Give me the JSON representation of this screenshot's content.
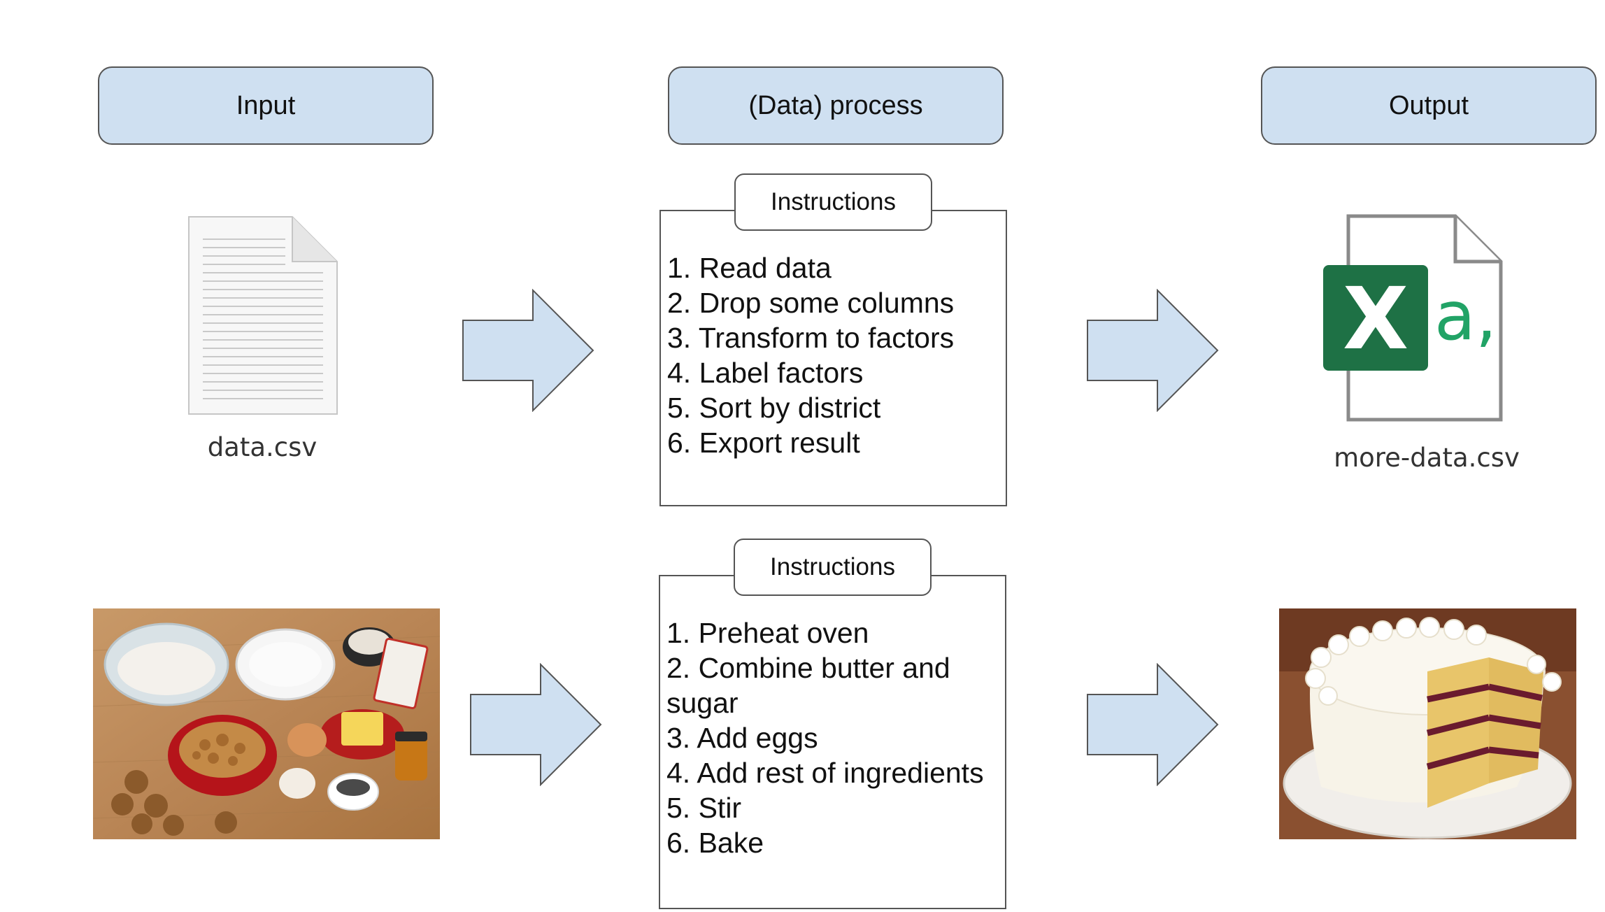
{
  "headers": {
    "input": "Input",
    "process": "(Data) process",
    "output": "Output"
  },
  "data_row": {
    "input_icon": "text-document-icon",
    "input_file_label": "data.csv",
    "instructions_title": "Instructions",
    "steps": [
      "1. Read data",
      "2. Drop some columns",
      "3. Transform to factors",
      "4. Label factors",
      "5. Sort by district",
      "6. Export result"
    ],
    "output_icon": "excel-csv-file-icon",
    "output_icon_letter": "X",
    "output_icon_text": "a,",
    "output_file_label": "more-data.csv"
  },
  "recipe_row": {
    "input_image": "baking-ingredients-photo",
    "instructions_title": "Instructions",
    "steps": [
      "1. Preheat oven",
      "2. Combine butter and\nsugar",
      "3. Add eggs",
      "4. Add rest of ingredients",
      "5. Stir",
      "6. Bake"
    ],
    "output_image": "layered-cake-photo"
  },
  "colors": {
    "header_fill": "#cfe0f1",
    "arrow_fill": "#cfe0f1",
    "excel_green": "#1e7145",
    "csv_text_green": "#21a366"
  }
}
